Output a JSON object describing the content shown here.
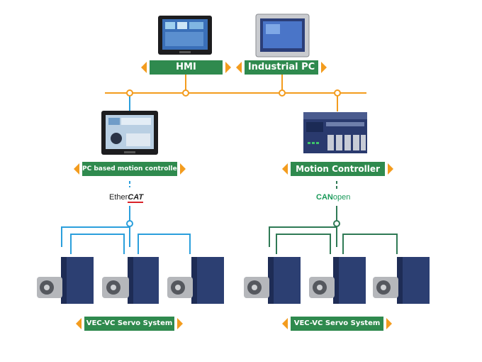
{
  "labels": {
    "hmi": "HMI",
    "industrial_pc": "Industrial PC",
    "pc_controller": "PC based motion controller",
    "motion_controller": "Motion Controller",
    "servo_left": "VEC-VC Servo System",
    "servo_right": "VEC-VC Servo System"
  },
  "protocols": {
    "ethercat_prefix": "Ether",
    "ethercat_suffix": "CAT",
    "canopen_prefix": "CAN",
    "canopen_suffix": "open"
  },
  "colors": {
    "label_bg": "#2f8a4e",
    "label_arrow": "#f39c1e",
    "bus_line": "#f39c1e",
    "ethercat_line": "#2b9fdc",
    "canopen_line": "#2f7a55",
    "servo_body": "#2c3f72",
    "canopen_text": "#1a9a5a"
  },
  "icons": [
    "hmi-touch-panel-icon",
    "industrial-pc-icon",
    "motion-controller-module-icon",
    "servo-drive-motor-icon"
  ]
}
